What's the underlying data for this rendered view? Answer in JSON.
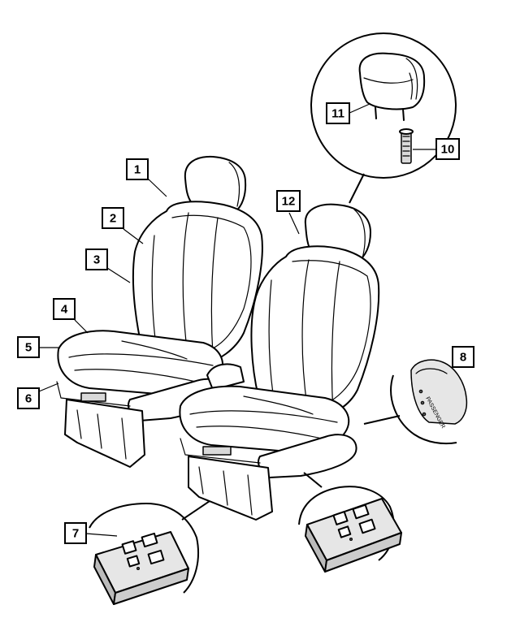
{
  "callouts": [
    {
      "id": "1",
      "label": "1"
    },
    {
      "id": "2",
      "label": "2"
    },
    {
      "id": "3",
      "label": "3"
    },
    {
      "id": "4",
      "label": "4"
    },
    {
      "id": "5",
      "label": "5"
    },
    {
      "id": "6",
      "label": "6"
    },
    {
      "id": "7",
      "label": "7"
    },
    {
      "id": "8",
      "label": "8"
    },
    {
      "id": "10",
      "label": "10"
    },
    {
      "id": "11",
      "label": "11"
    },
    {
      "id": "12",
      "label": "12"
    }
  ],
  "airbag_cover_text": "PASSENGER"
}
